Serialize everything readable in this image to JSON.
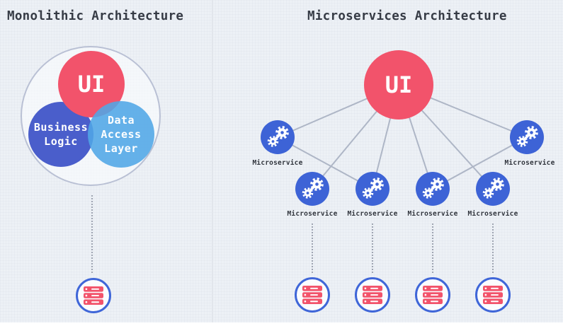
{
  "colors": {
    "background": "#edf1f6",
    "accent_red": "#f2536b",
    "business_blue": "#4a5ecb",
    "data_light_blue": "#50a6e6",
    "microservice_blue": "#3d63d6",
    "db_ring_blue": "#3f66d8",
    "connector_gray": "#aeb6c6",
    "text_dark": "#363b45"
  },
  "left_panel": {
    "title": "Monolithic Architecture",
    "ui": {
      "label": "UI"
    },
    "business": {
      "label": "Business Logic",
      "lines": [
        "Business",
        "Logic"
      ]
    },
    "data": {
      "label": "Data Access Layer",
      "lines": [
        "Data",
        "Access",
        "Layer"
      ]
    },
    "database_icon": "database"
  },
  "right_panel": {
    "title": "Microservices Architecture",
    "ui": {
      "label": "UI"
    },
    "nodes": [
      {
        "id": "ms-upper-left",
        "label": "Microservice"
      },
      {
        "id": "ms-upper-right",
        "label": "Microservice"
      },
      {
        "id": "ms-lower-1",
        "label": "Microservice"
      },
      {
        "id": "ms-lower-2",
        "label": "Microservice"
      },
      {
        "id": "ms-lower-3",
        "label": "Microservice"
      },
      {
        "id": "ms-lower-4",
        "label": "Microservice"
      }
    ],
    "edges": [
      {
        "from": "ui",
        "to": "ms-upper-left"
      },
      {
        "from": "ui",
        "to": "ms-upper-right"
      },
      {
        "from": "ui",
        "to": "ms-lower-1"
      },
      {
        "from": "ui",
        "to": "ms-lower-2"
      },
      {
        "from": "ui",
        "to": "ms-lower-3"
      },
      {
        "from": "ui",
        "to": "ms-lower-4"
      },
      {
        "from": "ms-upper-left",
        "to": "ms-lower-2"
      },
      {
        "from": "ms-upper-right",
        "to": "ms-lower-3"
      }
    ],
    "databases_count": 4
  }
}
